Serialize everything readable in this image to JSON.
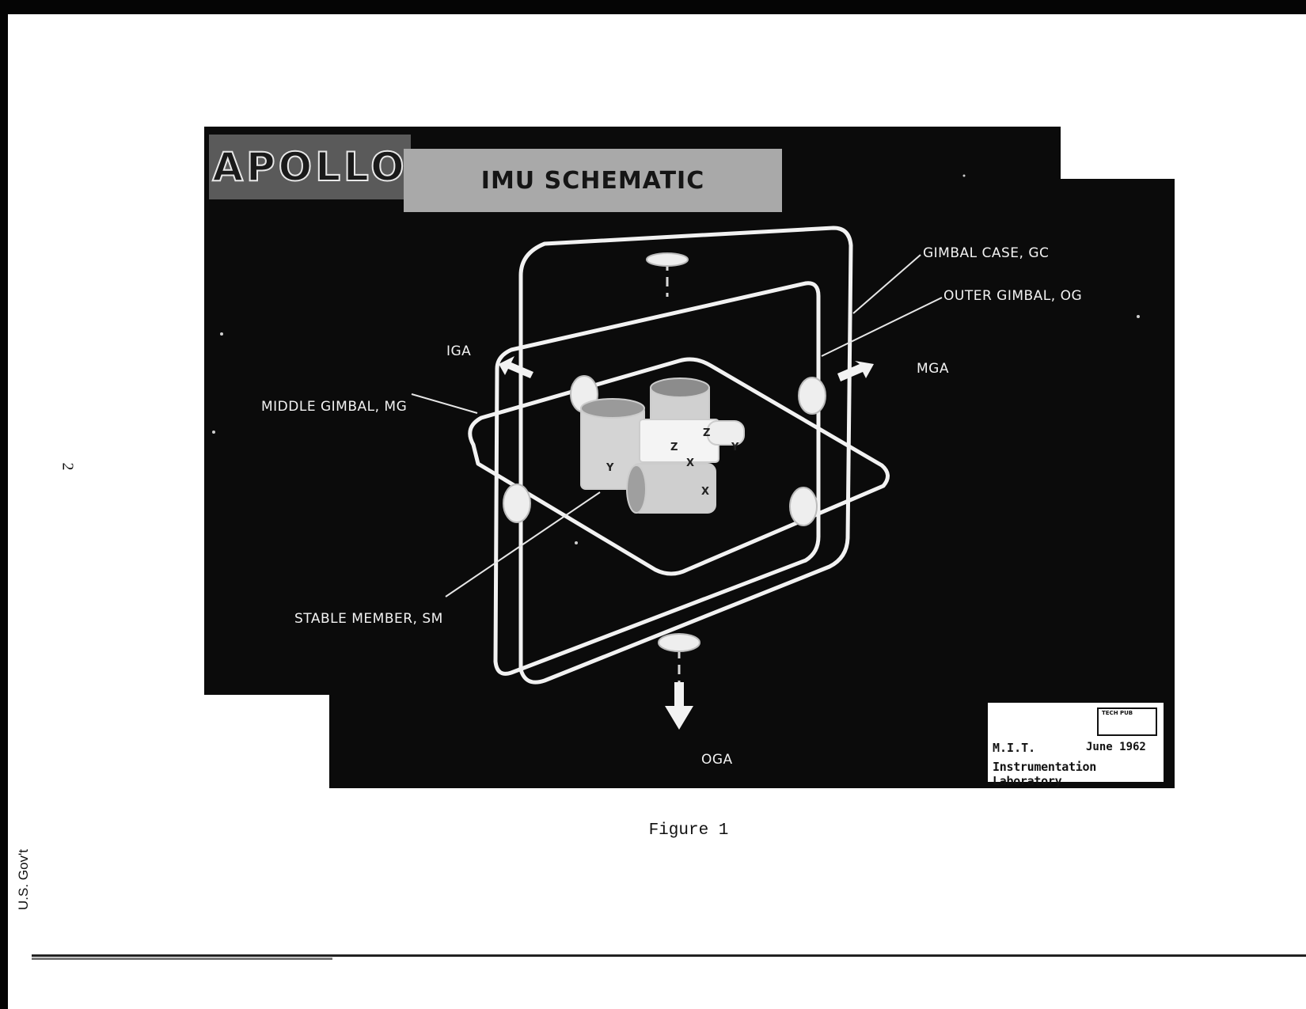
{
  "page": {
    "page_number": "2",
    "side_stamp": "U.S. Gov't",
    "caption": "Figure 1"
  },
  "slide": {
    "brand": "APOLLO",
    "title": "IMU SCHEMATIC",
    "labels": {
      "gimbal_case": "GIMBAL CASE, GC",
      "outer_gimbal": "OUTER GIMBAL, OG",
      "iga": "IGA",
      "mga": "MGA",
      "middle_gimbal": "MIDDLE GIMBAL, MG",
      "stable_member": "STABLE MEMBER, SM",
      "oga": "OGA"
    },
    "axis_letters": {
      "gyro_y": "Y",
      "z_top": "Z",
      "z_left": "Z",
      "y_right": "Y",
      "x_mid": "X",
      "x_bottom": "X"
    },
    "footer": {
      "org": "M.I.T.",
      "date": "June 1962",
      "lab": "Instrumentation Laboratory",
      "logo_text": "TECH PUB"
    }
  },
  "colors": {
    "slide_background": "#0b0b0b",
    "line_color": "#f2f2f2"
  }
}
